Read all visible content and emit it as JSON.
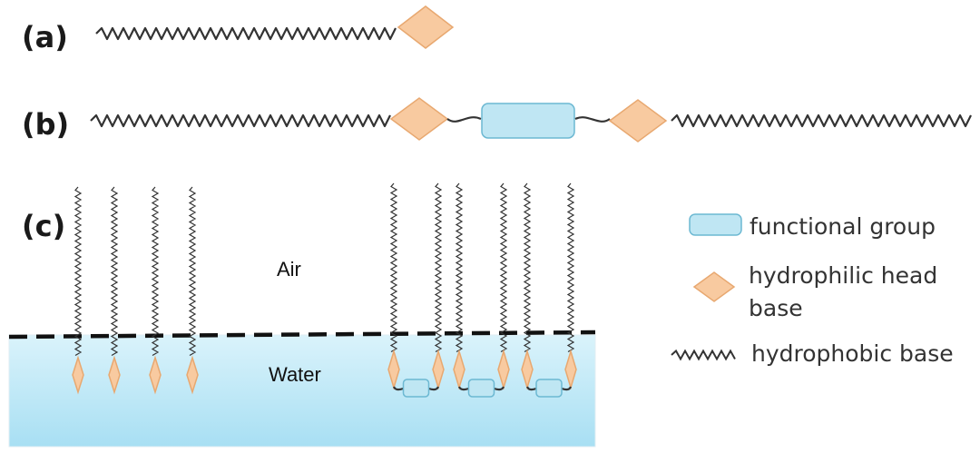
{
  "panels": {
    "a": "(a)",
    "b": "(b)",
    "c": "(c)"
  },
  "media": {
    "air": "Air",
    "water": "Water"
  },
  "legend": {
    "functional_group": "functional group",
    "hydrophilic_line1": "hydrophilic head",
    "hydrophilic_line2": "base",
    "hydrophobic": "hydrophobic base"
  },
  "colors": {
    "head_fill": "#f8caa0",
    "head_stroke": "#e8a870",
    "group_fill": "#bfe6f3",
    "group_stroke": "#6cb8d2",
    "chain": "#333333",
    "water_top": "#daf3fb",
    "water_bottom": "#a8dff3"
  },
  "icons": {
    "head": "diamond-shape",
    "group": "rounded-rectangle-shape",
    "chain": "zigzag-wave-shape"
  }
}
